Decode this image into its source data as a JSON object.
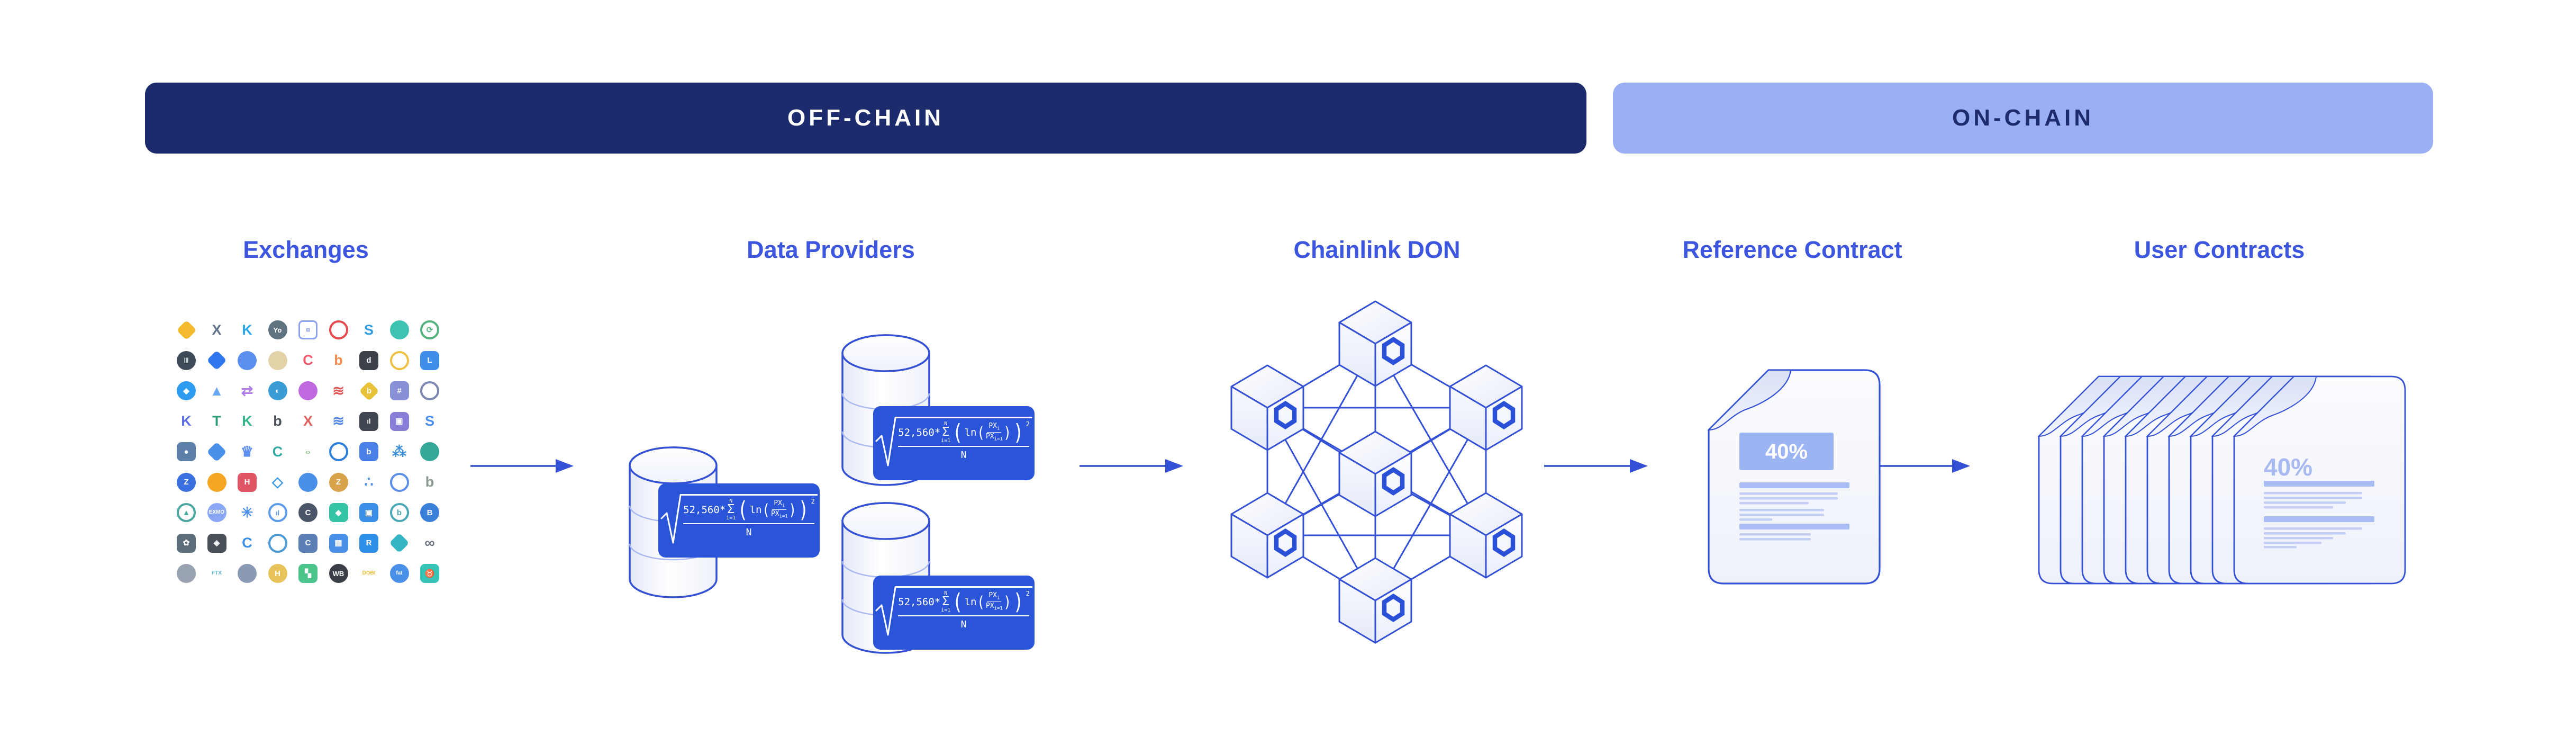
{
  "bands": {
    "off_chain": "OFF-CHAIN",
    "on_chain": "ON-CHAIN"
  },
  "sections": {
    "exchanges": {
      "title": "Exchanges"
    },
    "data_providers": {
      "title": "Data Providers"
    },
    "chainlink_don": {
      "title": "Chainlink DON",
      "node_count": 7
    },
    "reference_contract": {
      "title": "Reference Contract",
      "value": "40%"
    },
    "user_contracts": {
      "title": "User Contracts",
      "value": "40%",
      "stack_count": 10
    }
  },
  "formula": {
    "coefficient": "52,560*",
    "sum_upper": "N",
    "sum_symbol": "Σ",
    "sum_lower": "i=1",
    "log": "ln",
    "ratio_top": "PX",
    "ratio_top_sub": "i",
    "ratio_bottom": "PX",
    "ratio_bottom_sub": "i=1",
    "exponent": "2",
    "denominator": "N",
    "instance_count": 3
  },
  "colors": {
    "navy": "#1B2B6B",
    "periwinkle_band": "#9BB0F4",
    "royal_stroke": "#3450D4",
    "title_blue": "#3C56E0",
    "formula_box_blue": "#2B55D9",
    "badge_fill": "#9DB4F2",
    "bar_thick": "#A9BCF4",
    "bar_thin": "#C3CEF6",
    "contract_value_text": "#A9B9F1",
    "logo_blue": "#2B50D8"
  },
  "exchange_icons": [
    {
      "n": "binance",
      "s": "di",
      "c": "#F3BA2F",
      "g": ""
    },
    {
      "n": "poloniex",
      "s": "tx",
      "c": "#64748B",
      "g": "X"
    },
    {
      "n": "kucoin",
      "s": "tx",
      "c": "#29A8E9",
      "g": "K"
    },
    {
      "n": "yobit",
      "s": "ci",
      "c": "#5F7380",
      "g": "Yo"
    },
    {
      "n": "coindeal",
      "s": "sqo",
      "c": "#8CA3F0",
      "g": "¤"
    },
    {
      "n": "timex",
      "s": "ri",
      "c": "#E5494D",
      "g": ""
    },
    {
      "n": "stex",
      "s": "tx",
      "c": "#2E9CDE",
      "g": "S"
    },
    {
      "n": "luno",
      "s": "ci",
      "c": "#3EC3B3",
      "g": ""
    },
    {
      "n": "changenow",
      "s": "ri",
      "c": "#55B27F",
      "g": "⟳"
    },
    {
      "n": "upbit",
      "s": "ci",
      "c": "#3F4B59",
      "g": "|||"
    },
    {
      "n": "okx",
      "s": "di",
      "c": "#3076EE",
      "g": ""
    },
    {
      "n": "hitbtc",
      "s": "ci",
      "c": "#5A8FF0",
      "g": ""
    },
    {
      "n": "snowgem",
      "s": "ci",
      "c": "#E3D2A8",
      "g": ""
    },
    {
      "n": "coinone",
      "s": "tx",
      "c": "#F4586C",
      "g": "C"
    },
    {
      "n": "bitmart",
      "s": "tx",
      "c": "#F58A4B",
      "g": "b"
    },
    {
      "n": "deribit",
      "s": "sq",
      "c": "#3C4149",
      "g": "d"
    },
    {
      "n": "bitbank",
      "s": "ri",
      "c": "#EFC043",
      "g": ""
    },
    {
      "n": "liquid",
      "s": "sq",
      "c": "#3F8FE8",
      "g": "L"
    },
    {
      "n": "crex24",
      "s": "ci",
      "c": "#2E9CF0",
      "g": "◆"
    },
    {
      "n": "mountain-exchange",
      "s": "tx",
      "c": "#66A8F5",
      "g": "▲"
    },
    {
      "n": "switcheo",
      "s": "tx",
      "c": "#B07DE8",
      "g": "⇄"
    },
    {
      "n": "osl",
      "s": "ci",
      "c": "#3A9BD5",
      "g": "◐"
    },
    {
      "n": "polarity",
      "s": "ci",
      "c": "#C06AE0",
      "g": ""
    },
    {
      "n": "hatch",
      "s": "tx",
      "c": "#E25555",
      "g": "≋"
    },
    {
      "n": "bithumb",
      "s": "di",
      "c": "#E8C33A",
      "g": "b"
    },
    {
      "n": "bkex",
      "s": "sq",
      "c": "#8890D8",
      "g": "#"
    },
    {
      "n": "graviex",
      "s": "ri",
      "c": "#7A87B0",
      "g": ""
    },
    {
      "n": "kraken",
      "s": "tx",
      "c": "#5B6EE0",
      "g": "K"
    },
    {
      "n": "tokenomy",
      "s": "tx",
      "c": "#2E9E77",
      "g": "T"
    },
    {
      "n": "kyber",
      "s": "tx",
      "c": "#31B58A",
      "g": "K"
    },
    {
      "n": "bitso",
      "s": "tx",
      "c": "#4A4F57",
      "g": "b"
    },
    {
      "n": "xena",
      "s": "tx",
      "c": "#E06060",
      "g": "X"
    },
    {
      "n": "bitforex",
      "s": "tx",
      "c": "#5588E8",
      "g": "≋"
    },
    {
      "n": "eqonex",
      "s": "sq",
      "c": "#3F4550",
      "g": "ıl"
    },
    {
      "n": "bibox",
      "s": "sq",
      "c": "#8A7FD8",
      "g": "▣"
    },
    {
      "n": "sonic",
      "s": "tx",
      "c": "#4A90F0",
      "g": "S"
    },
    {
      "n": "sunsquare",
      "s": "sq",
      "c": "#5B7FA6",
      "g": "●"
    },
    {
      "n": "okcoin",
      "s": "di",
      "c": "#4A90E8",
      "g": ""
    },
    {
      "n": "crown-exchange",
      "s": "tx",
      "c": "#5B8EF0",
      "g": "♛"
    },
    {
      "n": "coinegg",
      "s": "tx",
      "c": "#2FA9A2",
      "g": "C"
    },
    {
      "n": "probit",
      "s": "tx",
      "c": "#6ABF69",
      "g": "‹›"
    },
    {
      "n": "bitrue",
      "s": "ri",
      "c": "#2D7FD8",
      "g": ""
    },
    {
      "n": "bitpanda",
      "s": "sq",
      "c": "#4A7FE8",
      "g": "b"
    },
    {
      "n": "paxful",
      "s": "tx",
      "c": "#3A8FD8",
      "g": "⁂"
    },
    {
      "n": "phemex",
      "s": "ci",
      "c": "#35A89A",
      "g": ""
    },
    {
      "n": "zb",
      "s": "ci",
      "c": "#3A6FE0",
      "g": "Z"
    },
    {
      "n": "gateio",
      "s": "ci",
      "c": "#F5A623",
      "g": ""
    },
    {
      "n": "hotbit",
      "s": "sq",
      "c": "#E05566",
      "g": "H"
    },
    {
      "n": "itbit",
      "s": "tx",
      "c": "#3A9BE8",
      "g": "◇"
    },
    {
      "n": "gemini",
      "s": "ci",
      "c": "#4A8FE8",
      "g": ""
    },
    {
      "n": "zgold",
      "s": "ci",
      "c": "#D8A34A",
      "g": "Z"
    },
    {
      "n": "bigone",
      "s": "tx",
      "c": "#4A8FE8",
      "g": "∴"
    },
    {
      "n": "coinmetro",
      "s": "ri",
      "c": "#5B8FE8",
      "g": ""
    },
    {
      "n": "bitladon",
      "s": "tx",
      "c": "#8A9A8F",
      "g": "b"
    },
    {
      "n": "peak-exchange",
      "s": "ri",
      "c": "#4AA8A0",
      "g": "▲"
    },
    {
      "n": "exmo",
      "s": "ci",
      "c": "#8AA8F5",
      "g": "EXMO"
    },
    {
      "n": "coinzoom",
      "s": "tx",
      "c": "#4A8FE8",
      "g": "✳"
    },
    {
      "n": "gauge-exchange",
      "s": "ri",
      "c": "#5B9BE8",
      "g": "ıl"
    },
    {
      "n": "coinfield",
      "s": "ci",
      "c": "#4A5568",
      "g": "C"
    },
    {
      "n": "coinsbit",
      "s": "sq",
      "c": "#35C4A5",
      "g": "◆"
    },
    {
      "n": "bitvavo",
      "s": "sq",
      "c": "#3A8FE8",
      "g": "▣"
    },
    {
      "n": "bitubu",
      "s": "ri",
      "c": "#4AA8B5",
      "g": "b"
    },
    {
      "n": "btcmarkets",
      "s": "ci",
      "c": "#3A7FD8",
      "g": "B"
    },
    {
      "n": "leafex",
      "s": "sq",
      "c": "#5B6E7A",
      "g": "✿"
    },
    {
      "n": "vaultex",
      "s": "sq",
      "c": "#4A5058",
      "g": "◈"
    },
    {
      "n": "coinbase",
      "s": "tx",
      "c": "#3A8FE8",
      "g": "C"
    },
    {
      "n": "kuna",
      "s": "ri",
      "c": "#4A9AD5",
      "g": ""
    },
    {
      "n": "coinsuper",
      "s": "sq",
      "c": "#5B7FB5",
      "g": "C"
    },
    {
      "n": "folgory",
      "s": "sq",
      "c": "#4A8FE8",
      "g": "▦"
    },
    {
      "n": "rightbtc",
      "s": "sq",
      "c": "#2D8FE8",
      "g": "R"
    },
    {
      "n": "tokok",
      "s": "di",
      "c": "#35B5C4",
      "g": ""
    },
    {
      "n": "localtrade",
      "s": "tx",
      "c": "#6A7280",
      "g": "∞"
    },
    {
      "n": "unicorn-dex",
      "s": "ci",
      "c": "#98A2B0",
      "g": ""
    },
    {
      "n": "ftx",
      "s": "tx",
      "c": "#5FB3D4",
      "g": "FTX"
    },
    {
      "n": "catex",
      "s": "ci",
      "c": "#8A9AB5",
      "g": ""
    },
    {
      "n": "hoo",
      "s": "ci",
      "c": "#E8C35A",
      "g": "H"
    },
    {
      "n": "beaxy",
      "s": "sq",
      "c": "#4AC48A",
      "g": "▚"
    },
    {
      "n": "whitebit",
      "s": "ci",
      "c": "#3A3F47",
      "g": "WB"
    },
    {
      "n": "dobi",
      "s": "tx",
      "c": "#F0C040",
      "g": "DOBI"
    },
    {
      "n": "fatbtc",
      "s": "ci",
      "c": "#4A8FE8",
      "g": "fat"
    },
    {
      "n": "bullish",
      "s": "sq",
      "c": "#35C4B5",
      "g": "♉"
    }
  ]
}
